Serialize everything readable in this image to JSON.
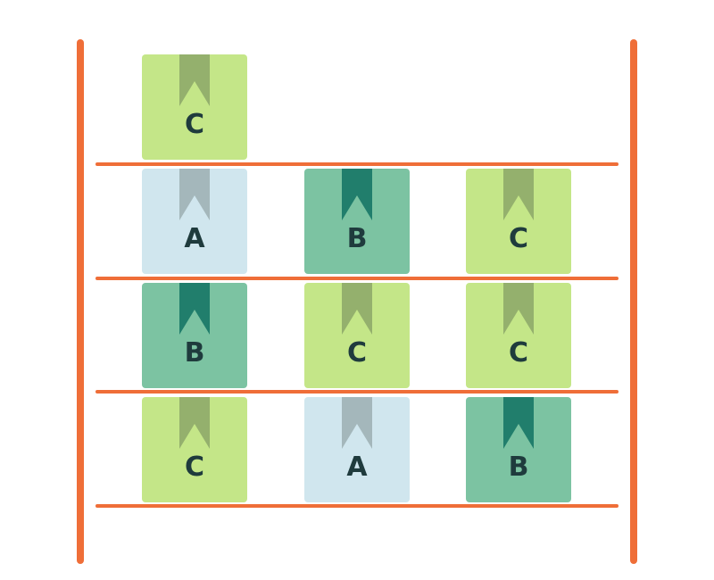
{
  "colors": {
    "frame": "#ef6e38",
    "A": {
      "box": "#d0e6ee",
      "ribbon": "#a4b7bb"
    },
    "B": {
      "box": "#7cc3a2",
      "ribbon": "#217e6c"
    },
    "C": {
      "box": "#c4e688",
      "ribbon": "#94b06d"
    }
  },
  "shelves": [
    {
      "boxes": [
        "C",
        "",
        ""
      ]
    },
    {
      "boxes": [
        "A",
        "B",
        "C"
      ]
    },
    {
      "boxes": [
        "B",
        "C",
        "C"
      ]
    },
    {
      "boxes": [
        "C",
        "A",
        "B"
      ]
    }
  ]
}
